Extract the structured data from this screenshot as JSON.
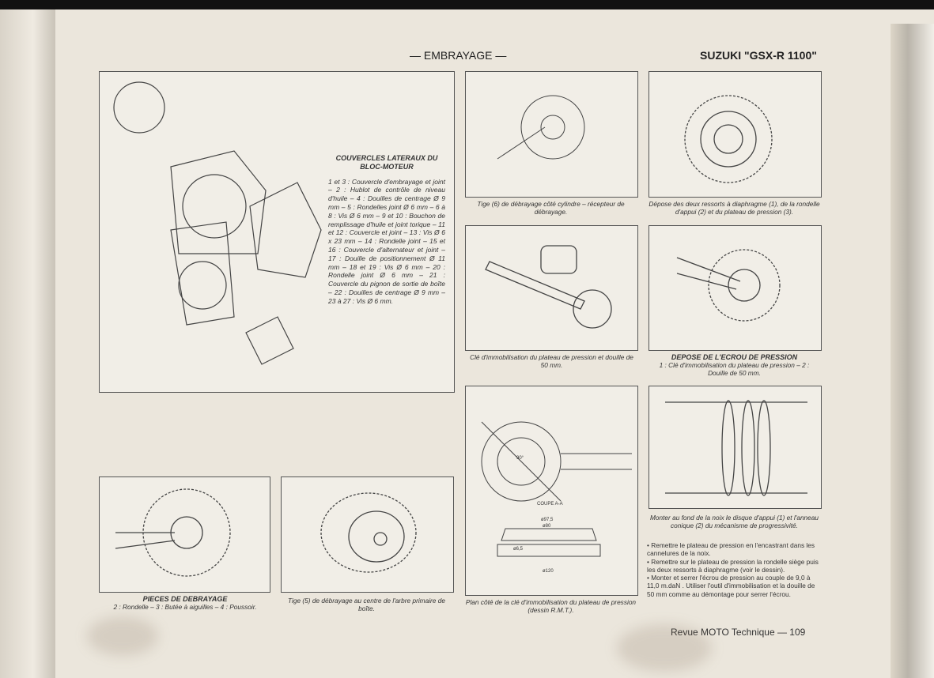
{
  "header": {
    "section": "— EMBRAYAGE —",
    "model": "SUZUKI \"GSX-R 1100\""
  },
  "main_figure": {
    "title": "COUVERCLES LATERAUX DU BLOC-MOTEUR",
    "legend": "1 et 3 : Couvercle d'embrayage et joint – 2 : Hublot de contrôle de niveau d'huile – 4 : Douilles de centrage Ø 9 mm – 5 : Rondelles joint Ø 6 mm – 6 à 8 : Vis Ø 6 mm – 9 et 10 : Bouchon de remplissage d'huile et joint torique – 11 et 12 : Couvercle et joint – 13 : Vis Ø 6 x 23 mm – 14 : Rondelle joint – 15 et 16 : Couvercle d'alternateur et joint – 17 : Douille de positionnement Ø 11 mm – 18 et 19 : Vis Ø 6 mm – 20 : Rondelle joint Ø 6 mm – 21 : Couvercle du pignon de sortie de boîte – 22 : Douilles de centrage Ø 9 mm – 23 à 27 : Vis Ø 6 mm."
  },
  "figures": {
    "tige6": "Tige (6) de débrayage côté cylindre – récepteur de débrayage.",
    "ressorts": "Dépose des deux ressorts à diaphragme (1), de la rondelle d'appui (2) et du plateau de pression (3).",
    "cle": "Clé d'immobilisation du plateau de pression et douille de 50 mm.",
    "ecrou_title": "DEPOSE DE L'ECROU DE PRESSION",
    "ecrou": "1 : Clé d'immobilisation du plateau de pression – 2 : Douille de 50 mm.",
    "plan": "Plan côté de la clé d'immobilisation du plateau de pression (dessin R.M.T.).",
    "noix": "Monter au fond de la noix le disque d'appui (1) et l'anneau conique (2) du mécanisme de progressivité.",
    "pieces_title": "PIECES DE DEBRAYAGE",
    "pieces": "2 : Rondelle – 3 : Butée à aiguilles – 4 : Poussoir.",
    "tige5": "Tige (5) de débrayage au centre de l'arbre primaire de boîte."
  },
  "drawing_labels": {
    "coupe": "COUPE A-A",
    "d97": "ø97,5",
    "d80": "ø80",
    "d120": "ø120",
    "d65": "ø6,5",
    "angle": "90°"
  },
  "bullets": [
    "• Remettre le plateau de pression en l'encastrant dans les cannelures de la noix.",
    "• Remettre sur le plateau de pression la rondelle siège puis les deux ressorts à diaphragme (voir le dessin).",
    "• Monter et serrer l'écrou de pression au couple de 9,0 à 11,0 m.daN . Utiliser l'outil d'immobilisation et la douille de 50 mm comme au démontage pour serrer l'écrou."
  ],
  "footer": "Revue MOTO Technique — 109"
}
